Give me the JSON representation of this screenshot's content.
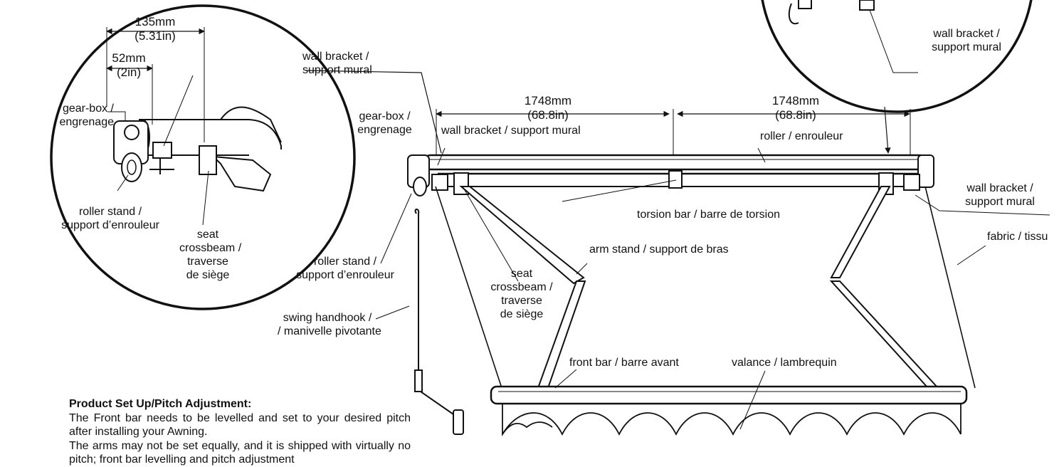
{
  "inset_left": {
    "dim_135": [
      "135mm",
      "(5.31in)"
    ],
    "dim_52": [
      "52mm",
      "(2in)"
    ],
    "gear_box": [
      "gear-box /",
      "engrenage"
    ],
    "wall_bracket": [
      "wall bracket /",
      "support mural"
    ],
    "roller_stand": [
      "roller stand /",
      "support d’enrouleur"
    ],
    "seat_crossbeam": [
      "seat",
      "crossbeam /",
      "traverse",
      "de siège"
    ]
  },
  "inset_right": {
    "wall_bracket": [
      "wall bracket /",
      "support mural"
    ]
  },
  "main": {
    "dim_left": [
      "1748mm",
      "(68.8in)"
    ],
    "dim_right": [
      "1748mm",
      "(68.8in)"
    ],
    "gear_box": [
      "gear-box /",
      "engrenage"
    ],
    "wall_bracket_top": "wall bracket / support mural",
    "roller": "roller / enrouleur",
    "wall_bracket_right": [
      "wall bracket /",
      "support mural"
    ],
    "torsion_bar": "torsion bar / barre de torsion",
    "fabric": "fabric / tissu",
    "arm_stand": "arm stand / support de bras",
    "roller_stand": [
      "roller stand /",
      "support d’enrouleur"
    ],
    "seat_crossbeam": [
      "seat",
      "crossbeam /",
      "traverse",
      "de siège"
    ],
    "swing_handhook": [
      "swing handhook /",
      "/ manivelle pivotante"
    ],
    "front_bar": "front bar / barre avant",
    "valance": "valance / lambrequin"
  },
  "instructions": {
    "heading": "Product Set Up/Pitch Adjustment:",
    "p1": "The Front bar needs to be levelled and set to your desired pitch after installing your Awning.",
    "p2": "The arms may not be set equally, and it is shipped with virtually no pitch; front bar levelling and pitch adjustment"
  }
}
